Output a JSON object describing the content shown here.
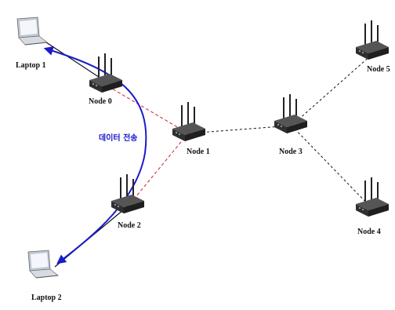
{
  "title": "",
  "colors": {
    "red_link": "#cc2222",
    "black_link": "#111111",
    "data_arrow": "#1a1acc",
    "router_body": "#2f2f2f"
  },
  "nodes": {
    "node0": {
      "label": "Node 0"
    },
    "node1": {
      "label": "Node 1"
    },
    "node2": {
      "label": "Node 2"
    },
    "node3": {
      "label": "Node 3"
    },
    "node4": {
      "label": "Node 4"
    },
    "node5": {
      "label": "Node 5"
    }
  },
  "laptops": {
    "laptop1": {
      "label": "Laptop 1"
    },
    "laptop2": {
      "label": "Laptop 2"
    }
  },
  "annotation": {
    "data_transfer": "데이터 전송"
  },
  "links": [
    {
      "from": "node0",
      "to": "node1",
      "style": "dashed",
      "color": "red"
    },
    {
      "from": "node1",
      "to": "node2",
      "style": "dashed",
      "color": "red"
    },
    {
      "from": "node1",
      "to": "node3",
      "style": "dashed",
      "color": "black"
    },
    {
      "from": "node3",
      "to": "node5",
      "style": "dashed",
      "color": "black"
    },
    {
      "from": "node3",
      "to": "node4",
      "style": "dashed",
      "color": "black"
    },
    {
      "from": "node0",
      "to": "laptop1",
      "style": "solid",
      "color": "black"
    },
    {
      "from": "node2",
      "to": "laptop2",
      "style": "solid",
      "color": "black"
    }
  ]
}
